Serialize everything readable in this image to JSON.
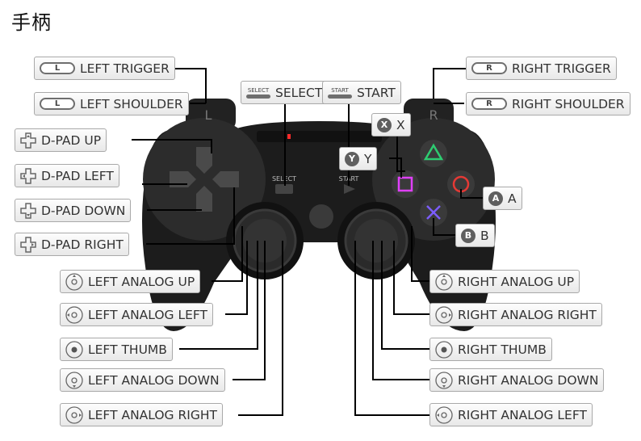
{
  "page": {
    "title": "手柄"
  },
  "labels": {
    "left_trigger": "LEFT TRIGGER",
    "left_shoulder": "LEFT SHOULDER",
    "dpad_up": "D-PAD UP",
    "dpad_left": "D-PAD LEFT",
    "dpad_down": "D-PAD DOWN",
    "dpad_right": "D-PAD RIGHT",
    "left_analog_up": "LEFT ANALOG UP",
    "left_analog_left": "LEFT ANALOG LEFT",
    "left_thumb": "LEFT THUMB",
    "left_analog_down": "LEFT ANALOG DOWN",
    "left_analog_right": "LEFT ANALOG RIGHT",
    "select": "SELECT",
    "start": "START",
    "x": "X",
    "y": "Y",
    "a": "A",
    "b": "B",
    "right_trigger": "RIGHT TRIGGER",
    "right_shoulder": "RIGHT SHOULDER",
    "right_analog_up": "RIGHT ANALOG UP",
    "right_analog_right": "RIGHT ANALOG RIGHT",
    "right_thumb": "RIGHT THUMB",
    "right_analog_down": "RIGHT ANALOG DOWN",
    "right_analog_left": "RIGHT ANALOG LEFT"
  },
  "badges": {
    "l": "L",
    "r": "R",
    "x": "X",
    "y": "Y",
    "a": "A",
    "b": "B",
    "select_small": "SELECT",
    "start_small": "START"
  },
  "controller": {
    "l_mark": "L",
    "r_mark": "R",
    "select_text": "SELECT",
    "start_text": "START"
  },
  "colors": {
    "body": "#1e1e1e",
    "face_button": "#3a3a3a",
    "triangle": "#2ecc71",
    "circle": "#e53935",
    "cross": "#7c5cff",
    "square": "#e040fb",
    "led": "#ff2b2b",
    "line": "#000000",
    "label_border": "#a9a9a9"
  },
  "icons": {
    "dpad": "dpad-icon",
    "analog": "analog-stick-icon",
    "thumb": "thumb-press-icon"
  }
}
